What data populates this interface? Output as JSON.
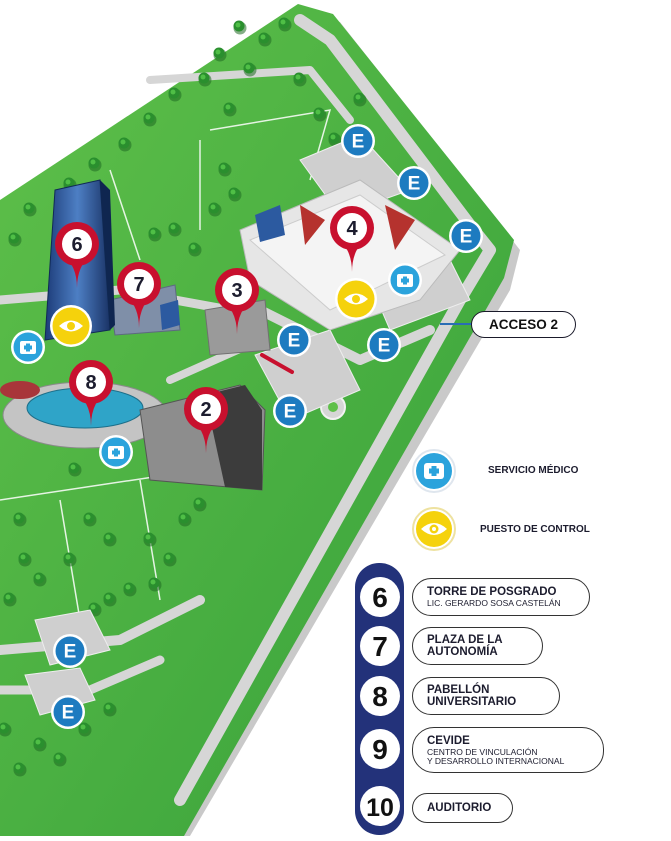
{
  "access": {
    "label": "ACCESO 2"
  },
  "legend": {
    "medical": {
      "label": "SERVICIO MÉDICO",
      "icon": "medical-cross-icon",
      "color": "#2ba3dc"
    },
    "control": {
      "label": "PUESTO DE CONTROL",
      "icon": "eye-icon",
      "color": "#f5d20c"
    }
  },
  "parking_letter": "E",
  "map_markers": [
    "6",
    "7",
    "3",
    "4",
    "8",
    "2"
  ],
  "destinations": [
    {
      "number": "6",
      "title": "TORRE DE POSGRADO",
      "subtitle": "LIC. GERARDO SOSA CASTELÁN"
    },
    {
      "number": "7",
      "title": "PLAZA DE LA\nAUTONOMÍA",
      "subtitle": ""
    },
    {
      "number": "8",
      "title": "PABELLÓN\nUNIVERSITARIO",
      "subtitle": ""
    },
    {
      "number": "9",
      "title": "CEVIDE",
      "subtitle": "CENTRO DE VINCULACIÓN\nY DESARROLLO INTERNACIONAL"
    },
    {
      "number": "10",
      "title": "AUDITORIO",
      "subtitle": ""
    }
  ],
  "colors": {
    "grass": "#3ea63a",
    "road": "#d9d9d9",
    "parking": "#1d7bc0",
    "marker": "#c8102e",
    "navy": "#23327a"
  }
}
